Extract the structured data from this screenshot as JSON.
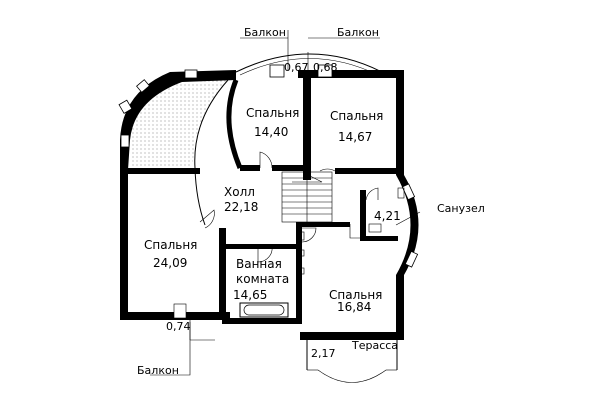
{
  "plan": {
    "balcony_top_left": "Балкон",
    "balcony_top_right": "Балкон",
    "balcony_bottom": "Балкон",
    "dim_067": "0,67",
    "dim_068": "0,68",
    "dim_074": "0,74",
    "dim_217": "2,17",
    "terrace": "Терасса",
    "bathroom_wc": "Санузел",
    "bathroom_wc_area": "4,21",
    "rooms": {
      "bedroom_1_name": "Спальня",
      "bedroom_1_area": "14,40",
      "bedroom_2_name": "Спальня",
      "bedroom_2_area": "14,67",
      "hall_name": "Холл",
      "hall_area": "22,18",
      "bedroom_3_name": "Спальня",
      "bedroom_3_area": "24,09",
      "bath_line1": "Ванная",
      "bath_line2": "комната",
      "bath_area": "14,65",
      "bedroom_4_name": "Спальня",
      "bedroom_4_area": "16,84"
    }
  }
}
